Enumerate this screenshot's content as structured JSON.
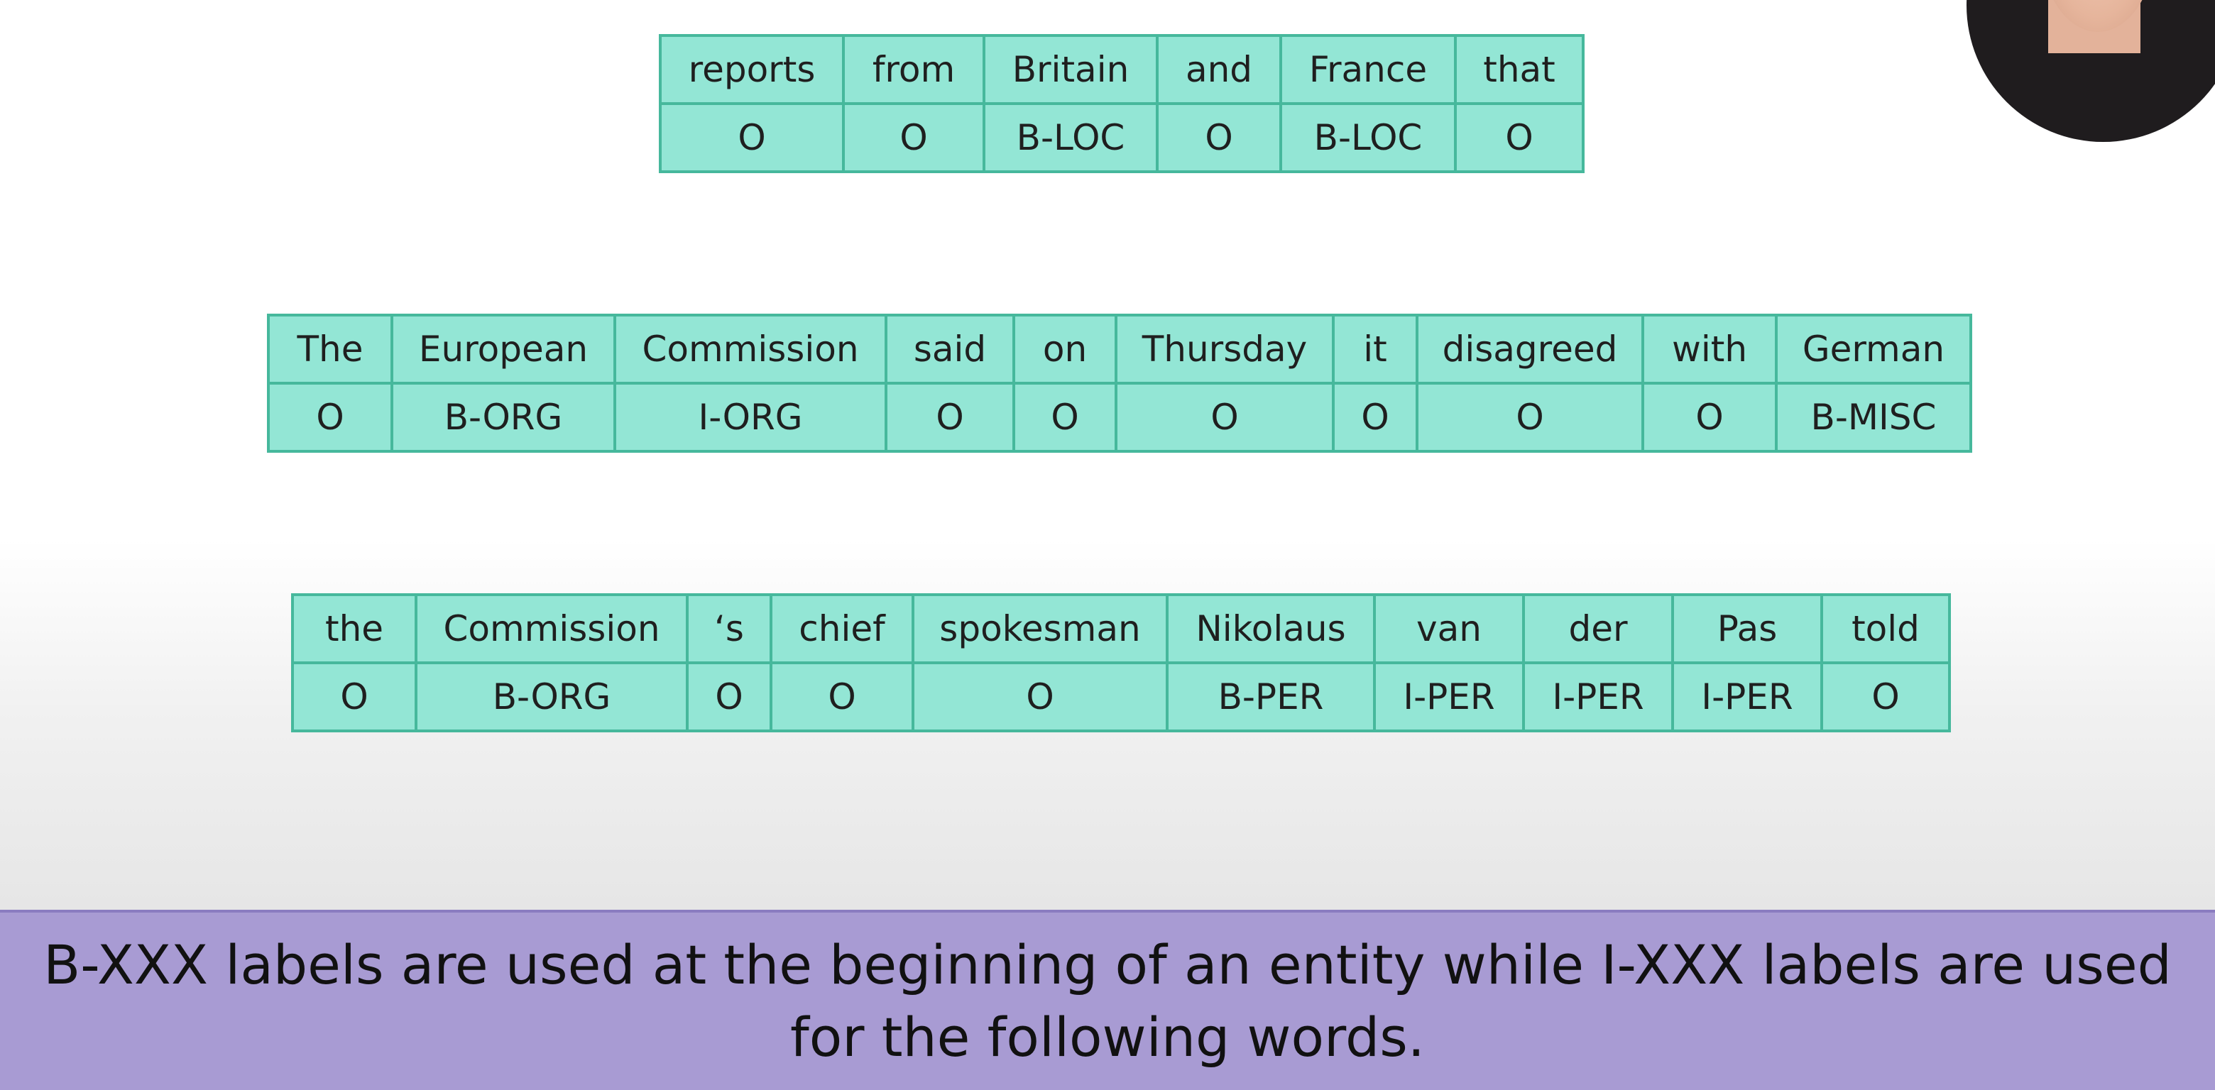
{
  "tables": [
    {
      "tokens": [
        "reports",
        "from",
        "Britain",
        "and",
        "France",
        "that"
      ],
      "labels": [
        "O",
        "O",
        "B-LOC",
        "O",
        "B-LOC",
        "O"
      ]
    },
    {
      "tokens": [
        "The",
        "European",
        "Commission",
        "said",
        "on",
        "Thursday",
        "it",
        "disagreed",
        "with",
        "German"
      ],
      "labels": [
        "O",
        "B-ORG",
        "I-ORG",
        "O",
        "O",
        "O",
        "O",
        "O",
        "O",
        "B-MISC"
      ]
    },
    {
      "tokens": [
        "the",
        "Commission",
        "‘s",
        "chief",
        "spokesman",
        "Nikolaus",
        "van",
        "der",
        "Pas",
        "told"
      ],
      "labels": [
        "O",
        "B-ORG",
        "O",
        "O",
        "O",
        "B-PER",
        "I-PER",
        "I-PER",
        "I-PER",
        "O"
      ]
    }
  ],
  "caption": {
    "text": "B-XXX labels are used at the beginning of an entity while I-XXX labels are used for the following words."
  },
  "colors": {
    "cell_fill": "#93e6d5",
    "cell_border": "#46b89c",
    "caption_bg": "#a89bd3"
  }
}
